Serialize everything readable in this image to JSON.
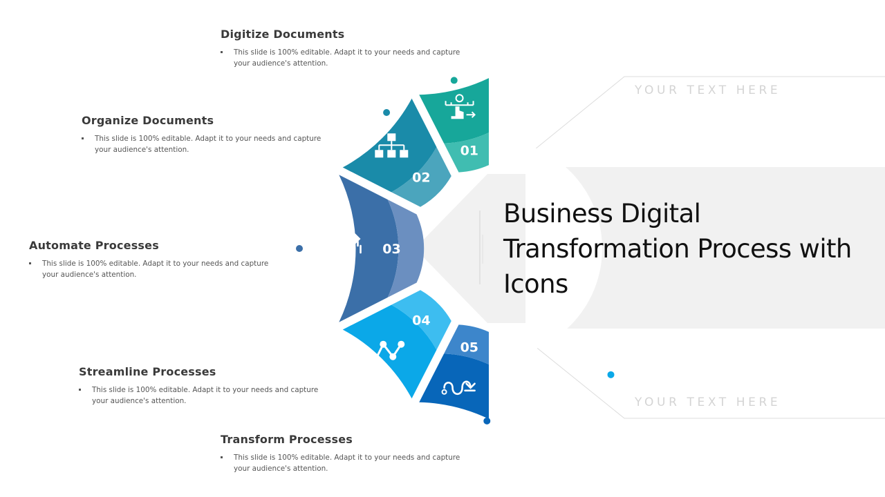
{
  "title": "Business Digital Transformation Process with Icons",
  "placeholders": [
    "YOUR TEXT HERE",
    "YOUR TEXT HERE"
  ],
  "steps": [
    {
      "number": "01",
      "title": "Digitize Documents",
      "description": "This slide is 100% editable. Adapt it to your needs and capture your audience's attention.",
      "icon": "digitize-touch-icon",
      "color": "#17a79a",
      "inner_color": "#40bdb1"
    },
    {
      "number": "02",
      "title": "Organize Documents",
      "description": "This slide is 100% editable. Adapt it to your needs and capture your audience's attention.",
      "icon": "hierarchy-icon",
      "color": "#1a8ba9",
      "inner_color": "#4ba5bd"
    },
    {
      "number": "03",
      "title": "Automate Processes",
      "description": "This slide is 100% editable. Adapt it to your needs and capture your audience's attention.",
      "icon": "cycle-arrows-icon",
      "color": "#3b6fa8",
      "inner_color": "#6b8fc0"
    },
    {
      "number": "04",
      "title": "Streamline Processes",
      "description": "This slide is 100% editable. Adapt it to your needs and capture your audience's attention.",
      "icon": "zigzag-line-icon",
      "color": "#0ba8e8",
      "inner_color": "#3dbdf0"
    },
    {
      "number": "05",
      "title": "Transform Processes",
      "description": "This slide is 100% editable. Adapt it to your needs and capture your audience's attention.",
      "icon": "wavy-arrow-icon",
      "color": "#0866b9",
      "inner_color": "#3d86cb"
    }
  ]
}
